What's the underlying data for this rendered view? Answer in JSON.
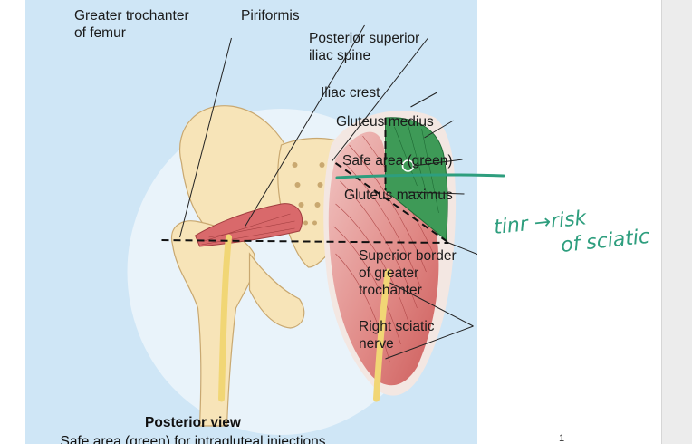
{
  "labels": {
    "greater_trochanter": "Greater trochanter\nof femur",
    "piriformis": "Piriformis",
    "psis": "Posterior superior\niliac spine",
    "iliac_crest": "Iliac crest",
    "gluteus_medius": "Gluteus medius",
    "safe_area": "Safe area (green)",
    "gluteus_maximus": "Gluteus maximus",
    "superior_border": "Superior border\nof greater\ntrochanter",
    "sciatic_nerve": "Right sciatic\nnerve"
  },
  "caption": {
    "title": "Posterior view",
    "subtitle": "Safe area (green) for intragluteal injections"
  },
  "handwriting": {
    "note_line1": "tinr →risk",
    "note_line2": "of sciatic"
  },
  "stray_mark": "1",
  "colors": {
    "background": "#cfe6f6",
    "bone": "#f7e4b8",
    "muscle": "#d9696b",
    "safe_area": "#3e9a57",
    "nerve": "#f1d675",
    "annotation_ink": "#2e9e7e"
  }
}
